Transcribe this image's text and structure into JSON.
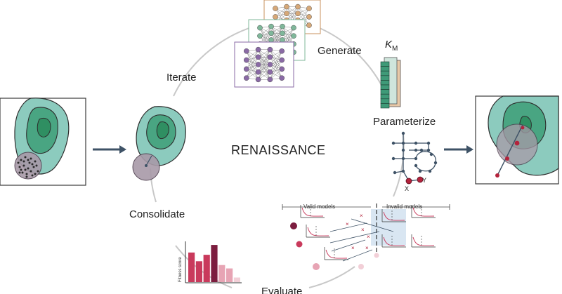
{
  "title": "RENAISSANCE",
  "cycle": {
    "generate": "Generate",
    "parameterize": "Parameterize",
    "evaluate": "Evaluate",
    "consolidate": "Consolidate",
    "iterate": "Iterate"
  },
  "kinetic": {
    "k": "K",
    "sub": "M"
  },
  "network": {
    "x": "X",
    "y": "Y"
  },
  "evaluation": {
    "valid": "Valid models",
    "invalid": "Invalid models"
  },
  "fitness": {
    "ylabel": "Fitness score",
    "values": [
      0.78,
      0.55,
      0.72,
      0.98,
      0.45,
      0.36,
      0.12
    ],
    "colors": [
      "#c93a5c",
      "#c93a5c",
      "#c93a5c",
      "#7c1d3f",
      "#e7a4b4",
      "#e7a4b4",
      "#f2cfd7"
    ]
  },
  "colors": {
    "landscape_outer": "#8ccbbe",
    "landscape_inner": "#49a582",
    "landscape_core": "#2f8f62",
    "sample_cloud": "#a89aa8",
    "arrow": "#3e5266",
    "cycle": "#c8c8c8",
    "accent": "#b4233c"
  }
}
